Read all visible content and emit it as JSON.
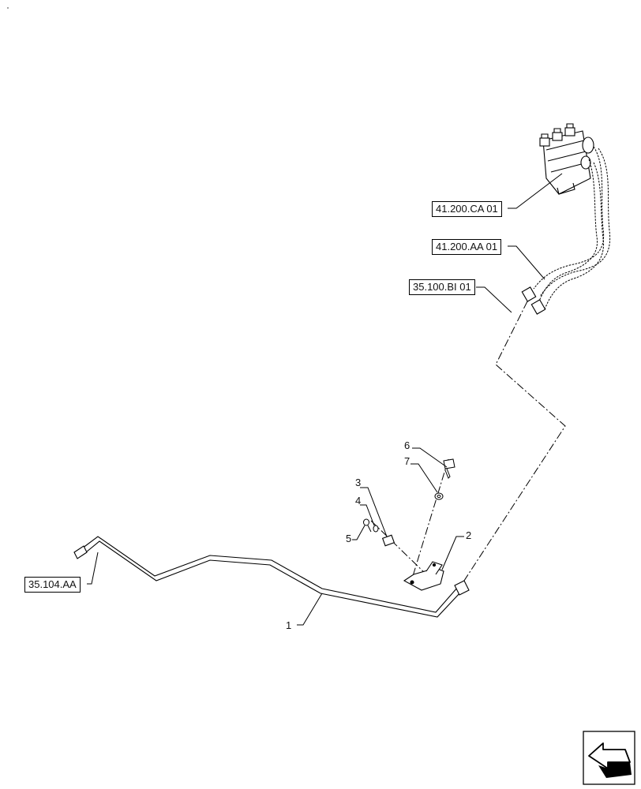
{
  "references": [
    {
      "id": "ref-41-200-ca-01",
      "label": "41.200.CA 01"
    },
    {
      "id": "ref-41-200-aa-01",
      "label": "41.200.AA 01"
    },
    {
      "id": "ref-35-100-bi-01",
      "label": "35.100.BI 01"
    },
    {
      "id": "ref-35-104-aa",
      "label": "35.104.AA"
    }
  ],
  "callouts": [
    "1",
    "2",
    "3",
    "4",
    "5",
    "6",
    "7"
  ],
  "nav_icon": "next-page-arrow-icon",
  "colors": {
    "line": "#000000",
    "background": "#ffffff"
  }
}
